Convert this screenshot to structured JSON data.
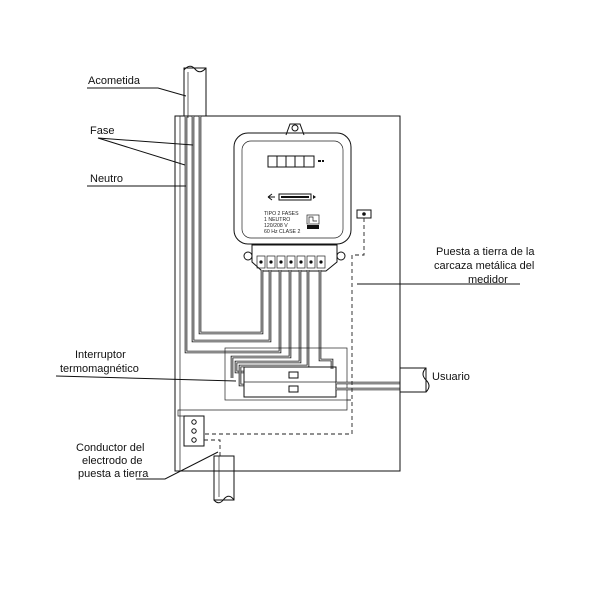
{
  "labels": {
    "acometida": "Acometida",
    "fase": "Fase",
    "neutro": "Neutro",
    "interruptor_line1": "Interruptor",
    "interruptor_line2": "termomagnético",
    "conductor_line1": "Conductor del",
    "conductor_line2": "electrodo de",
    "conductor_line3": "puesta a tierra",
    "puesta_line1": "Puesta a tierra de la",
    "puesta_line2": "carcaza metálica del",
    "puesta_line3": "medidor",
    "usuario": "Usuario"
  },
  "meter_plate": {
    "line1": "TIPO 2 FASES",
    "line2": "1 NEUTRO",
    "line3": "120/208 V",
    "line4": "60 Hz CLASE 2"
  },
  "colors": {
    "line": "#111111",
    "background": "#ffffff"
  }
}
